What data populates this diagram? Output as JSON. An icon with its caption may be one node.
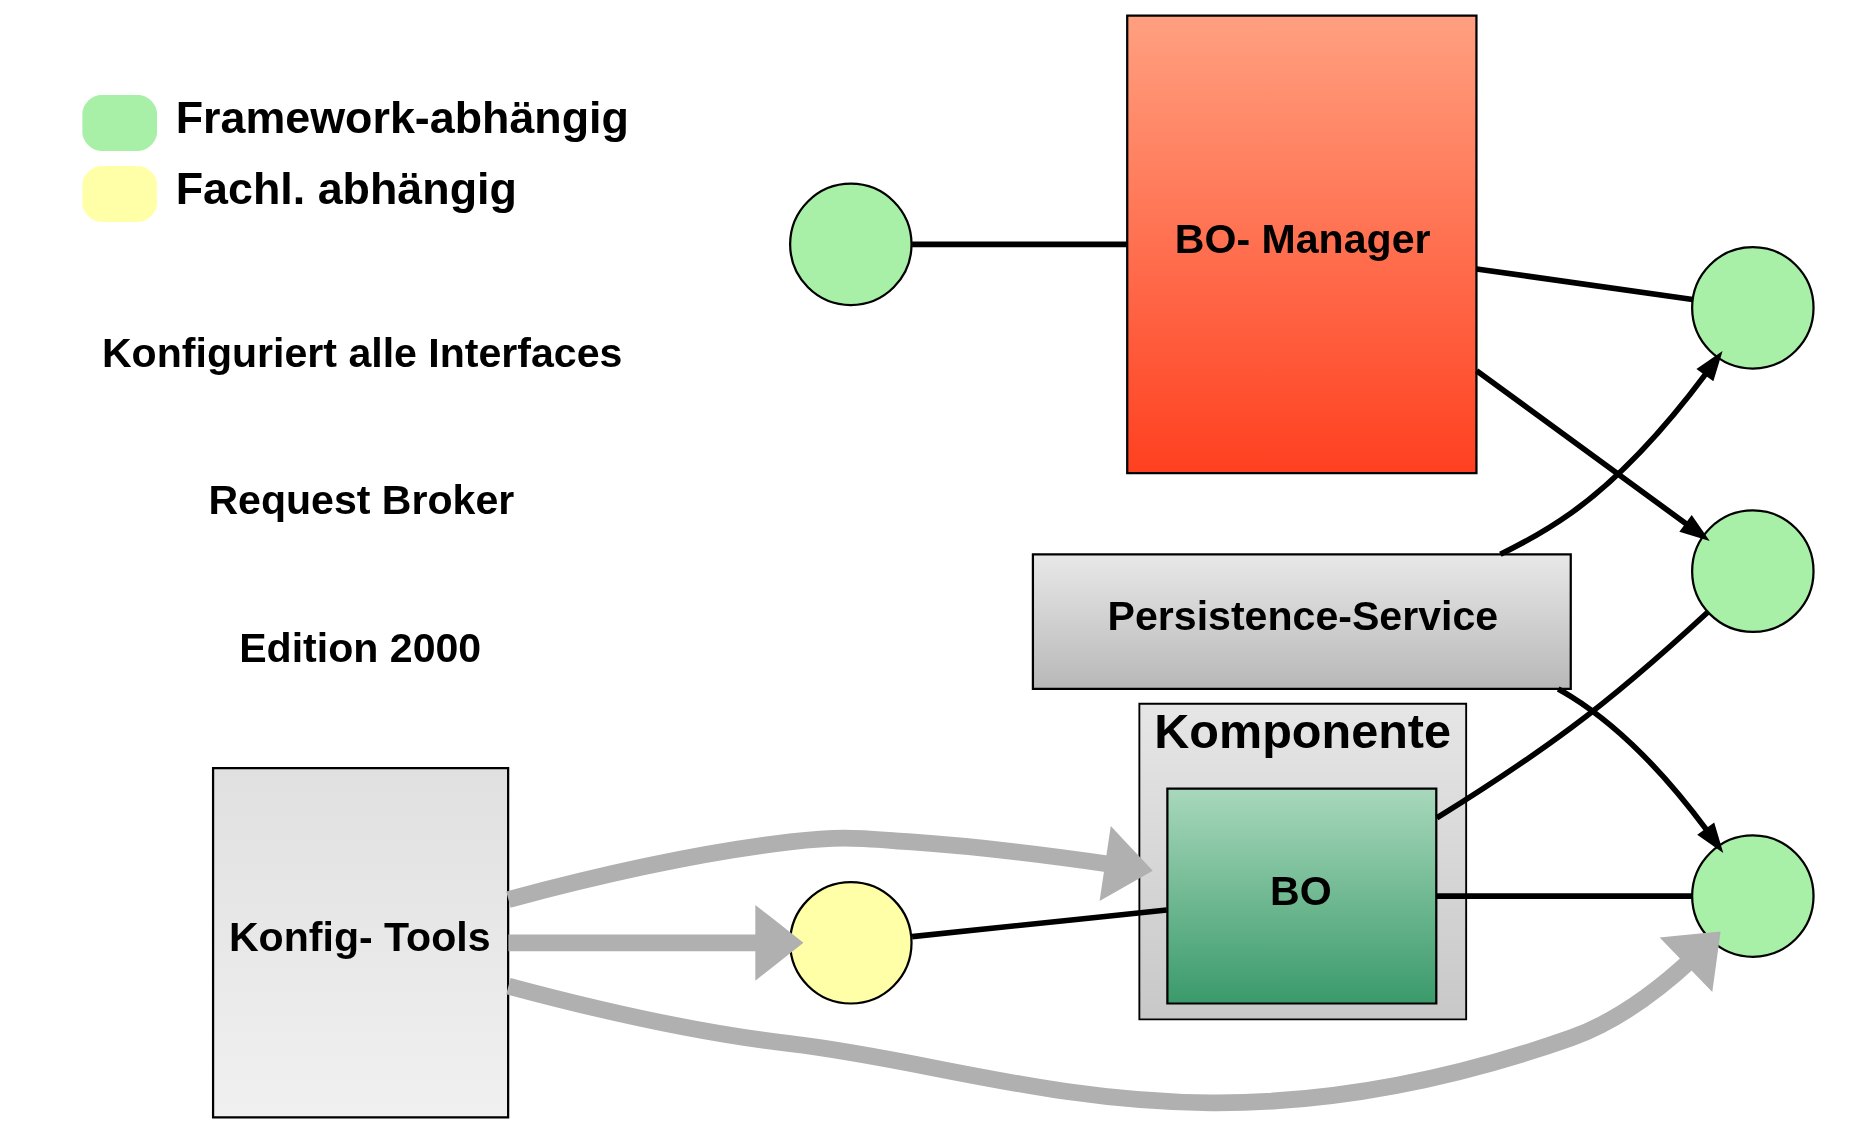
{
  "diagram": {
    "nodes": [
      {
        "text": [
          "Konfig- Tools"
        ]
      },
      {
        "text": [
          "Komponente"
        ]
      },
      {
        "text": [
          "BO"
        ],
        "in": 1
      },
      {
        "text": [
          "BO- Manager"
        ]
      },
      {
        "text": [
          "Persistence-Service"
        ]
      },
      {
        "text": [],
        "shape": "circle"
      },
      {
        "text": [],
        "shape": "circle"
      },
      {
        "text": [],
        "shape": "circle"
      },
      {
        "text": [],
        "shape": "circle"
      },
      {
        "text": [],
        "shape": "circle"
      }
    ],
    "edges": [
      {
        "from": 0,
        "to": 1,
        "arrow": "to",
        "style": "thick",
        "color": "#b0b0b0"
      },
      {
        "from": 0,
        "to": 5,
        "arrow": "to",
        "style": "thick",
        "color": "#b0b0b0"
      },
      {
        "from": 0,
        "to": 8,
        "arrow": "to",
        "style": "thick",
        "color": "#b0b0b0"
      },
      {
        "from": 5,
        "to": 2,
        "arrow": "none"
      },
      {
        "from": 2,
        "to": 6,
        "arrow": "none"
      },
      {
        "from": 3,
        "to": 6,
        "arrow": "to"
      },
      {
        "from": 7,
        "to": 3,
        "arrow": "none"
      },
      {
        "from": 2,
        "to": 8,
        "arrow": "none"
      },
      {
        "from": 4,
        "to": 8,
        "arrow": "to"
      },
      {
        "from": 4,
        "to": 9,
        "arrow": "to"
      },
      {
        "from": 3,
        "to": 9,
        "arrow": "none"
      }
    ],
    "labels": [
      "Edition 2000",
      "Request Broker",
      "Konfiguriert alle Interfaces"
    ],
    "legend": [
      {
        "text": "Framework-abhängig",
        "color": "#a8f0a8"
      },
      {
        "text": "Fachl. abhängig",
        "color": "#ffffa8"
      }
    ]
  }
}
